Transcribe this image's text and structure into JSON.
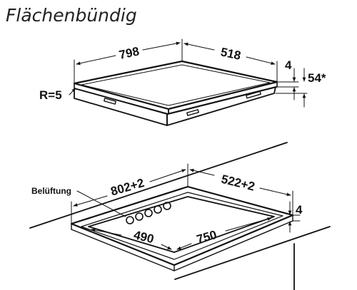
{
  "title": "Flächenbündig",
  "top_view": {
    "width_dim": "798",
    "depth_dim": "518",
    "glass_thickness": "4",
    "overall_height": "54*",
    "radius_label": "R=5"
  },
  "cutout_view": {
    "ventilation_label": "Belüftung",
    "recess_width": "802+2",
    "recess_depth": "522+2",
    "recess_depth_mm": "4",
    "cutout_depth": "490",
    "cutout_width": "750"
  }
}
